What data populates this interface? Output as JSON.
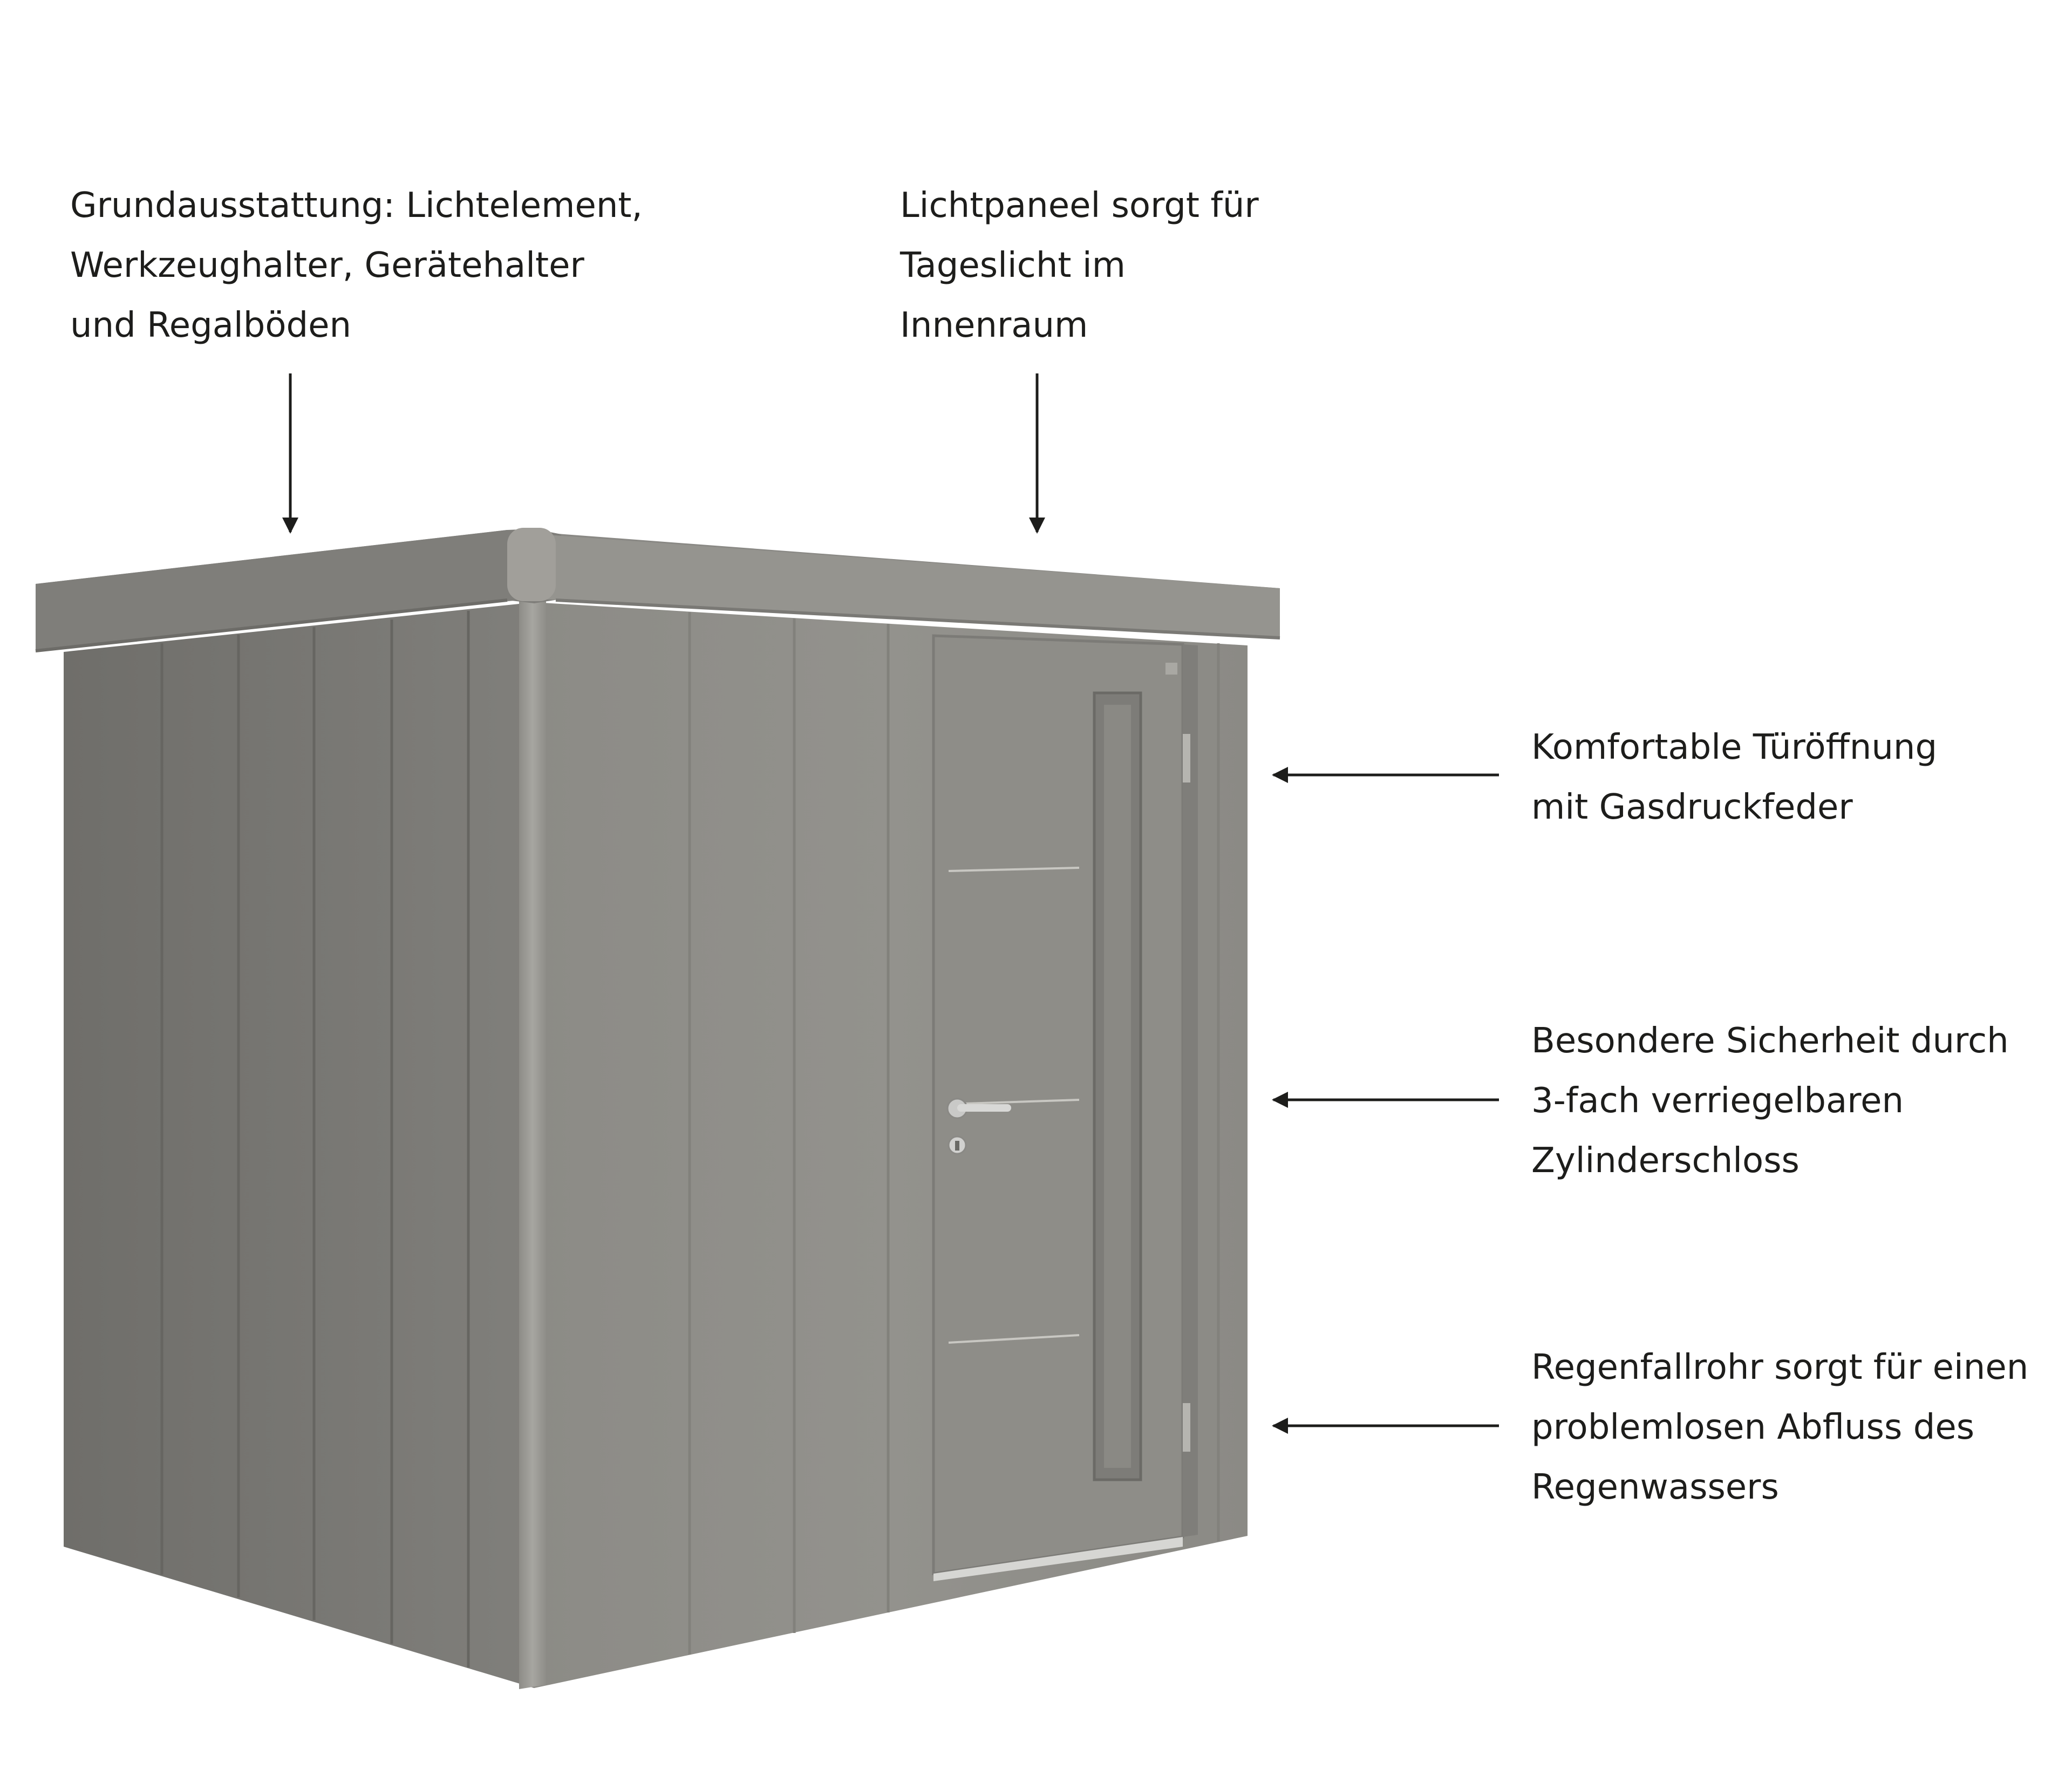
{
  "colors": {
    "shed_front": "#8f8e89",
    "shed_side": "#7b7a76",
    "roof_top": "#8a8985",
    "roof_fascia": "#93928d",
    "arrow": "#1d1d1b",
    "text": "#1d1d1b"
  },
  "annotations": [
    {
      "id": "equipment",
      "lines": [
        "Grundausstattung: Lichtelement,",
        "Werkzeughalter, Gerätehalter",
        "und Regalböden"
      ]
    },
    {
      "id": "light-panel",
      "lines": [
        "Lichtpaneel sorgt für",
        "Tageslicht im",
        "Innenraum"
      ]
    },
    {
      "id": "door-opening",
      "lines": [
        "Komfortable Türöffnung",
        "mit Gasdruckfeder"
      ]
    },
    {
      "id": "security",
      "lines": [
        "Besondere Sicherheit durch",
        "3-fach verriegelbaren",
        "Zylinderschloss"
      ]
    },
    {
      "id": "downpipe",
      "lines": [
        "Regenfallrohr sorgt für einen",
        "problemlosen Abfluss des",
        "Regenwassers"
      ]
    }
  ]
}
